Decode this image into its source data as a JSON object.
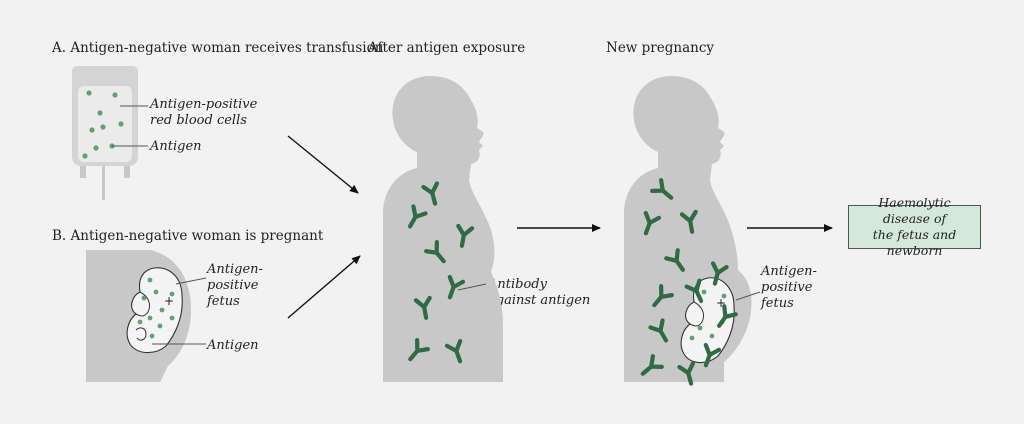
{
  "colors": {
    "background": "#f2f2f2",
    "silhouette": "#c8c8c8",
    "antigen": "#5fa374",
    "antibody": "#2f6b45",
    "outcome_box": "#d5e9da"
  },
  "panel_a": {
    "heading": "A.  Antigen-negative woman receives transfusion",
    "label_cells_line1": "Antigen-positive",
    "label_cells_line2": "red blood cells",
    "label_antigen": "Antigen"
  },
  "panel_b": {
    "heading": "B.  Antigen-negative woman is pregnant",
    "label_fetus_line1": "Antigen-",
    "label_fetus_line2": "positive",
    "label_fetus_line3": "fetus",
    "label_antigen": "Antigen"
  },
  "panel_exposure": {
    "heading": "After antigen exposure",
    "label_antibody_line1": "Antibody",
    "label_antibody_line2": "against antigen"
  },
  "panel_pregnancy": {
    "heading": "New pregnancy",
    "label_fetus_line1": "Antigen-",
    "label_fetus_line2": "positive",
    "label_fetus_line3": "fetus"
  },
  "outcome": {
    "line1": "Haemolytic disease of",
    "line2": "the fetus and newborn"
  },
  "icons": [
    "blood-bag-icon",
    "woman-silhouette-icon",
    "fetus-icon",
    "antibody-icon",
    "arrow-icon"
  ]
}
